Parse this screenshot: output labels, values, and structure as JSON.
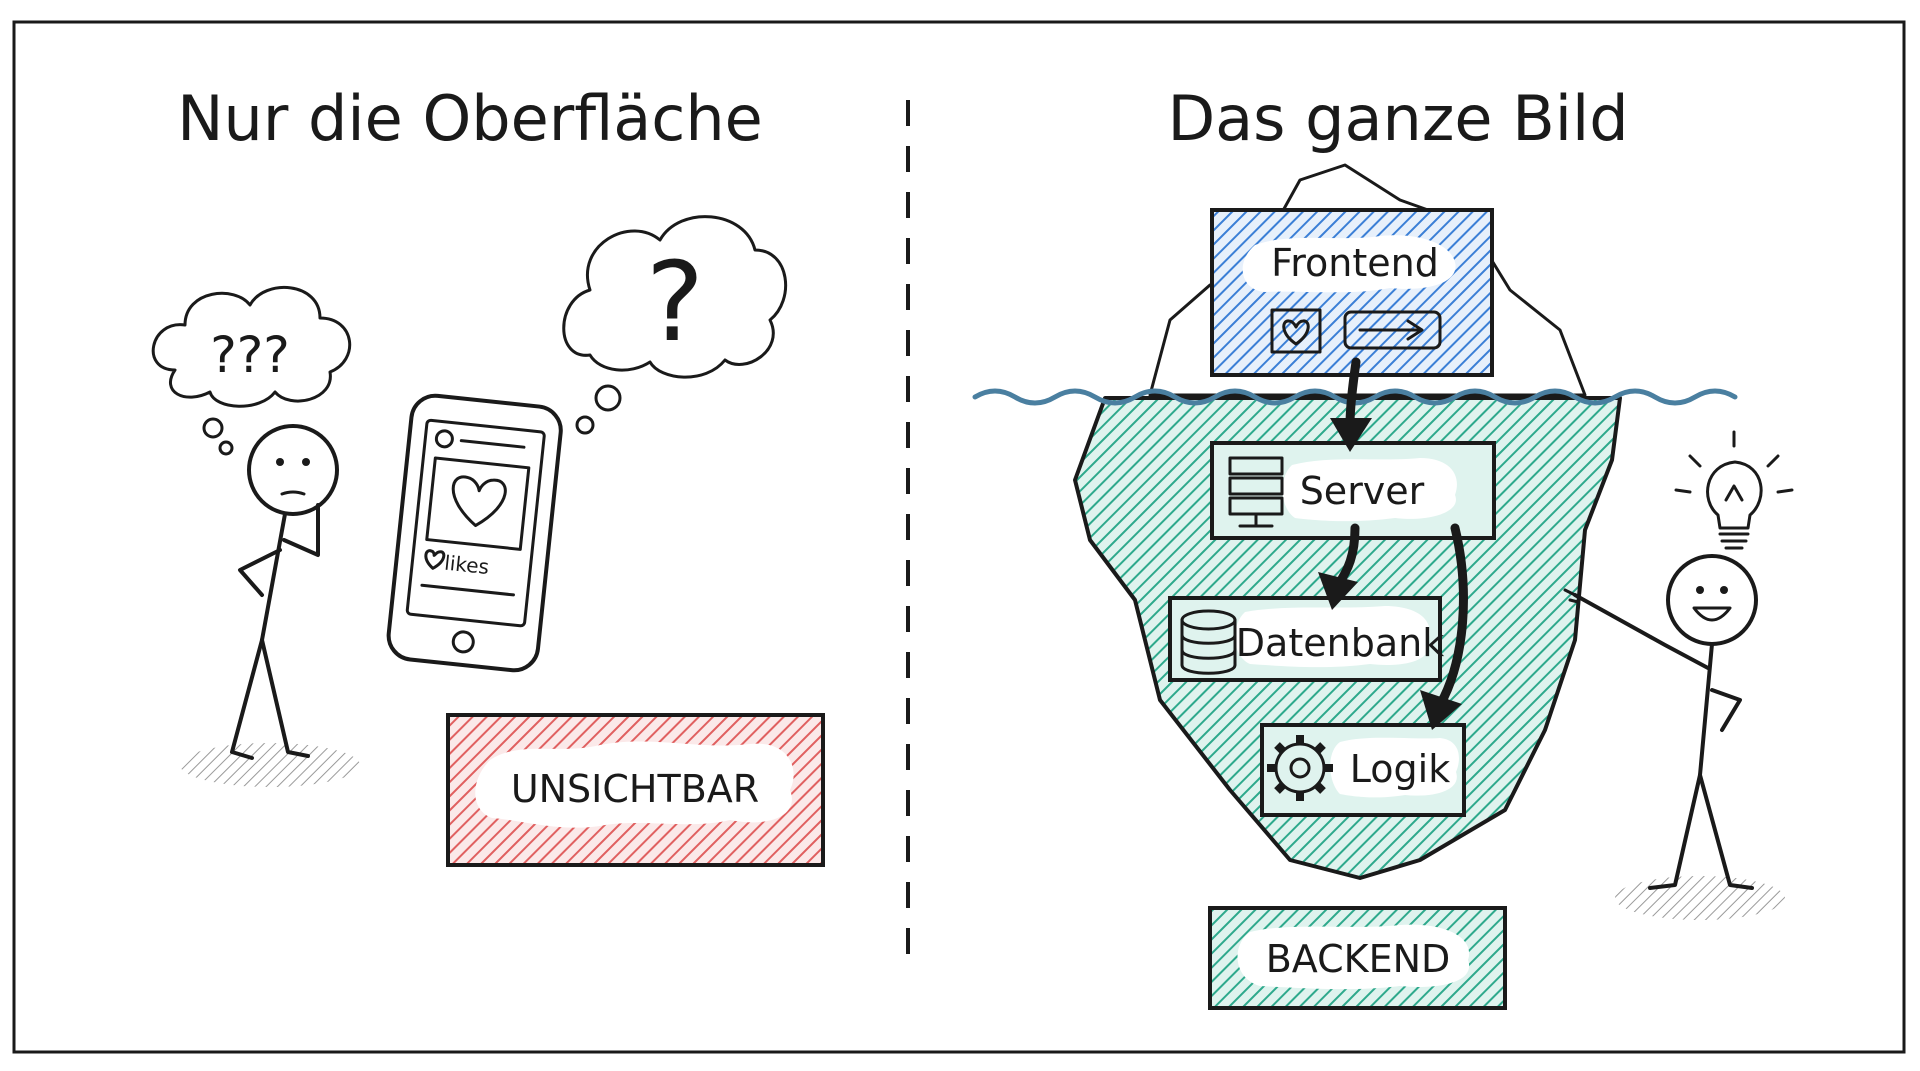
{
  "panels": {
    "left": {
      "title": "Nur die Oberfläche",
      "thought_small": "???",
      "thought_large": "?",
      "phone_caption": "likes",
      "hidden_label": "UNSICHTBAR"
    },
    "right": {
      "title": "Das ganze Bild",
      "layers": {
        "frontend": "Frontend",
        "server": "Server",
        "database": "Datenbank",
        "logic": "Logik"
      },
      "backend_label": "BACKEND"
    }
  },
  "icons": {
    "heart": "heart-icon",
    "arrow": "arrow-right-icon",
    "server": "server-rack-icon",
    "database": "database-icon",
    "gear": "gear-icon",
    "bulb": "lightbulb-icon"
  },
  "colors": {
    "frontend_blue": "#3b7fd6",
    "backend_teal": "#2ea98c",
    "unsichtbar_red": "#e06060",
    "water": "#4a7fa0",
    "ink": "#1a1a1a"
  }
}
